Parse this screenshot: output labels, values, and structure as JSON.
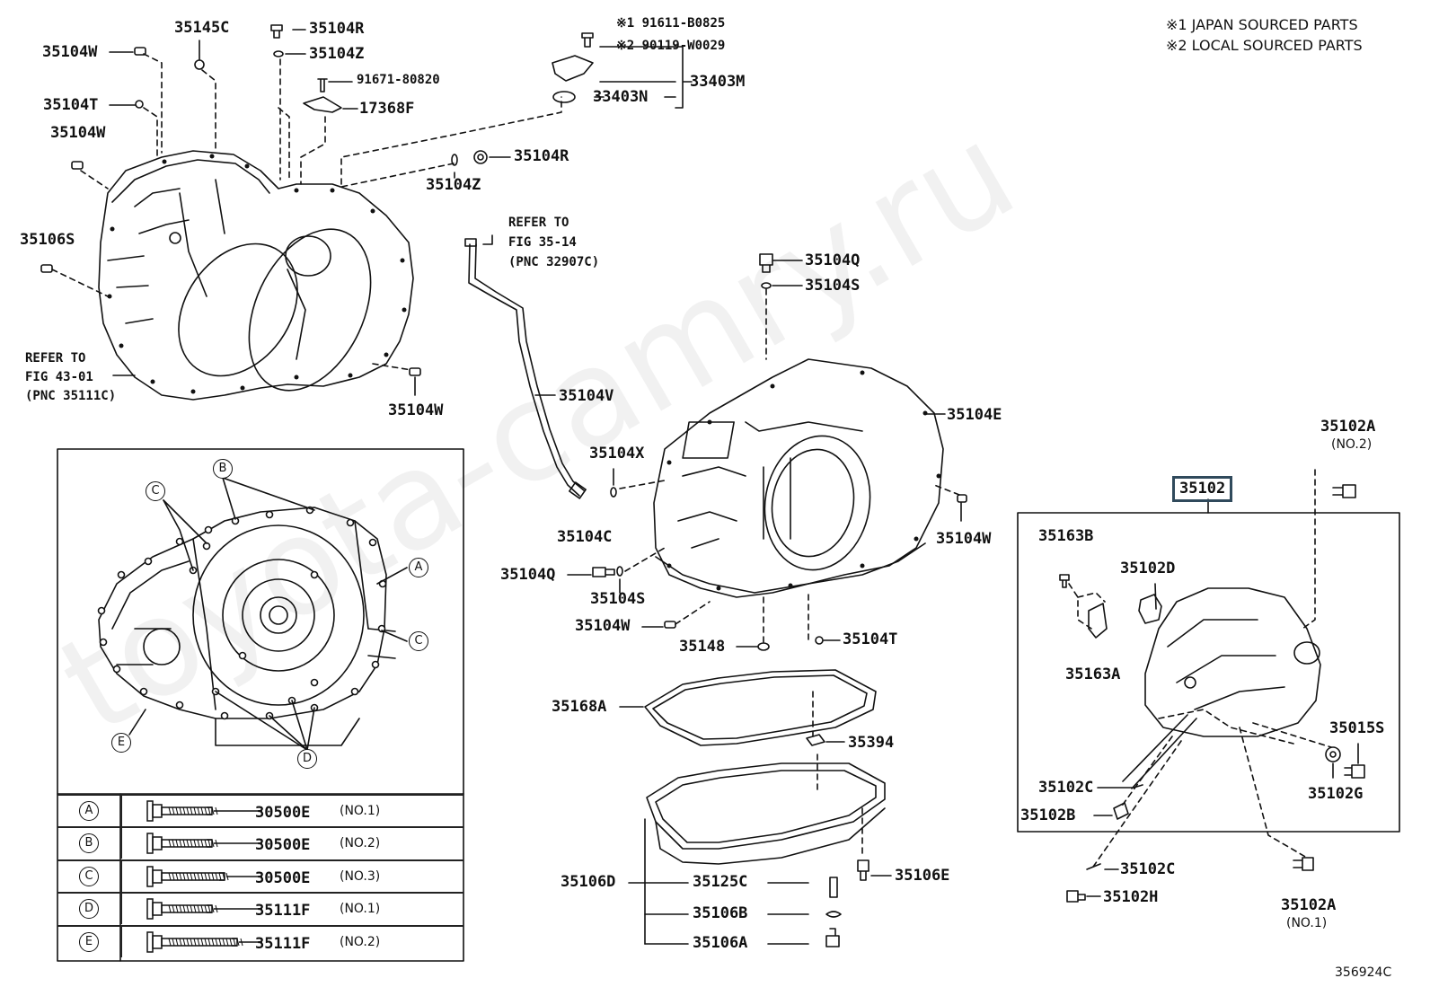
{
  "notes": {
    "japan": "※1 JAPAN SOURCED PARTS",
    "local": "※2 LOCAL SOURCED PARTS",
    "fig_number": "356924C"
  },
  "watermark": "toyota-camry.ru",
  "main_assy": "35102",
  "labels": {
    "l35104W_a": "35104W",
    "l35145C": "35145C",
    "l35104R_a": "35104R",
    "l35104Z_a": "35104Z",
    "l91671": "91671-80820",
    "l17368F": "17368F",
    "l35104T_a": "35104T",
    "l35104W_b": "35104W",
    "l35106S": "35106S",
    "l91611": "※1 91611-B0825",
    "l90119": "※2 90119-W0029",
    "l33403M": "33403M",
    "l33403N": "33403N",
    "l35104R_b": "35104R",
    "l35104Z_b": "35104Z",
    "refer1": "REFER TO",
    "refer1b": "FIG 43-01",
    "refer1c": "(PNC 35111C)",
    "l35104W_c": "35104W",
    "refer2": "REFER TO",
    "refer2b": "FIG 35-14",
    "refer2c": "(PNC 32907C)",
    "l35104Q_a": "35104Q",
    "l35104S_a": "35104S",
    "l35104V": "35104V",
    "l35104E": "35104E",
    "l35104X": "35104X",
    "l35104C": "35104C",
    "l35104W_d": "35104W",
    "l35104Q_b": "35104Q",
    "l35104S_b": "35104S",
    "l35104W_e": "35104W",
    "l35148": "35148",
    "l35104T_b": "35104T",
    "l35168A": "35168A",
    "l35394": "35394",
    "l35106D": "35106D",
    "l35125C": "35125C",
    "l35106E": "35106E",
    "l35106B": "35106B",
    "l35106A": "35106A",
    "l35102A_a": "35102A",
    "l35102A_a_no": "(NO.2)",
    "l35163B": "35163B",
    "l35102D": "35102D",
    "l35163A": "35163A",
    "l35015S": "35015S",
    "l35102C_a": "35102C",
    "l35102G": "35102G",
    "l35102B": "35102B",
    "l35102C_b": "35102C",
    "l35102H": "35102H",
    "l35102A_b": "35102A",
    "l35102A_b_no": "(NO.1)"
  },
  "callouts": {
    "A": "A",
    "B": "B",
    "C": "C",
    "D": "D",
    "E": "E"
  },
  "bolt_table": [
    {
      "key": "A",
      "part": "30500E",
      "no": "(NO.1)"
    },
    {
      "key": "B",
      "part": "30500E",
      "no": "(NO.2)"
    },
    {
      "key": "C",
      "part": "30500E",
      "no": "(NO.3)"
    },
    {
      "key": "D",
      "part": "35111F",
      "no": "(NO.1)"
    },
    {
      "key": "E",
      "part": "35111F",
      "no": "(NO.2)"
    }
  ]
}
